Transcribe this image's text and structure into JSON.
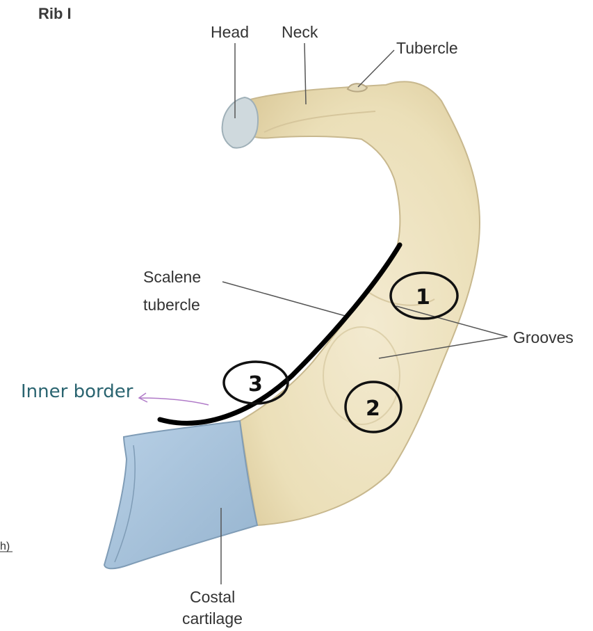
{
  "title": "Rib I",
  "labels": {
    "head": "Head",
    "neck": "Neck",
    "tubercle": "Tubercle",
    "scalene_line1": "Scalene",
    "scalene_line2": "tubercle",
    "grooves": "Grooves",
    "costal_line1": "Costal",
    "costal_line2": "cartilage"
  },
  "annotations": {
    "inner_border": "Inner border",
    "marker_1": "1",
    "marker_2": "2",
    "marker_3": "3"
  },
  "edge_fragment": "h)",
  "colors": {
    "bone_fill": "#efe4c0",
    "bone_outline": "#c8b88e",
    "cartilage_fill": "#a9c4dc",
    "cartilage_outline": "#7f9cb6",
    "inner_border_line": "#000000",
    "handwriting": "#2a6470",
    "arrow": "#b07ac8"
  }
}
